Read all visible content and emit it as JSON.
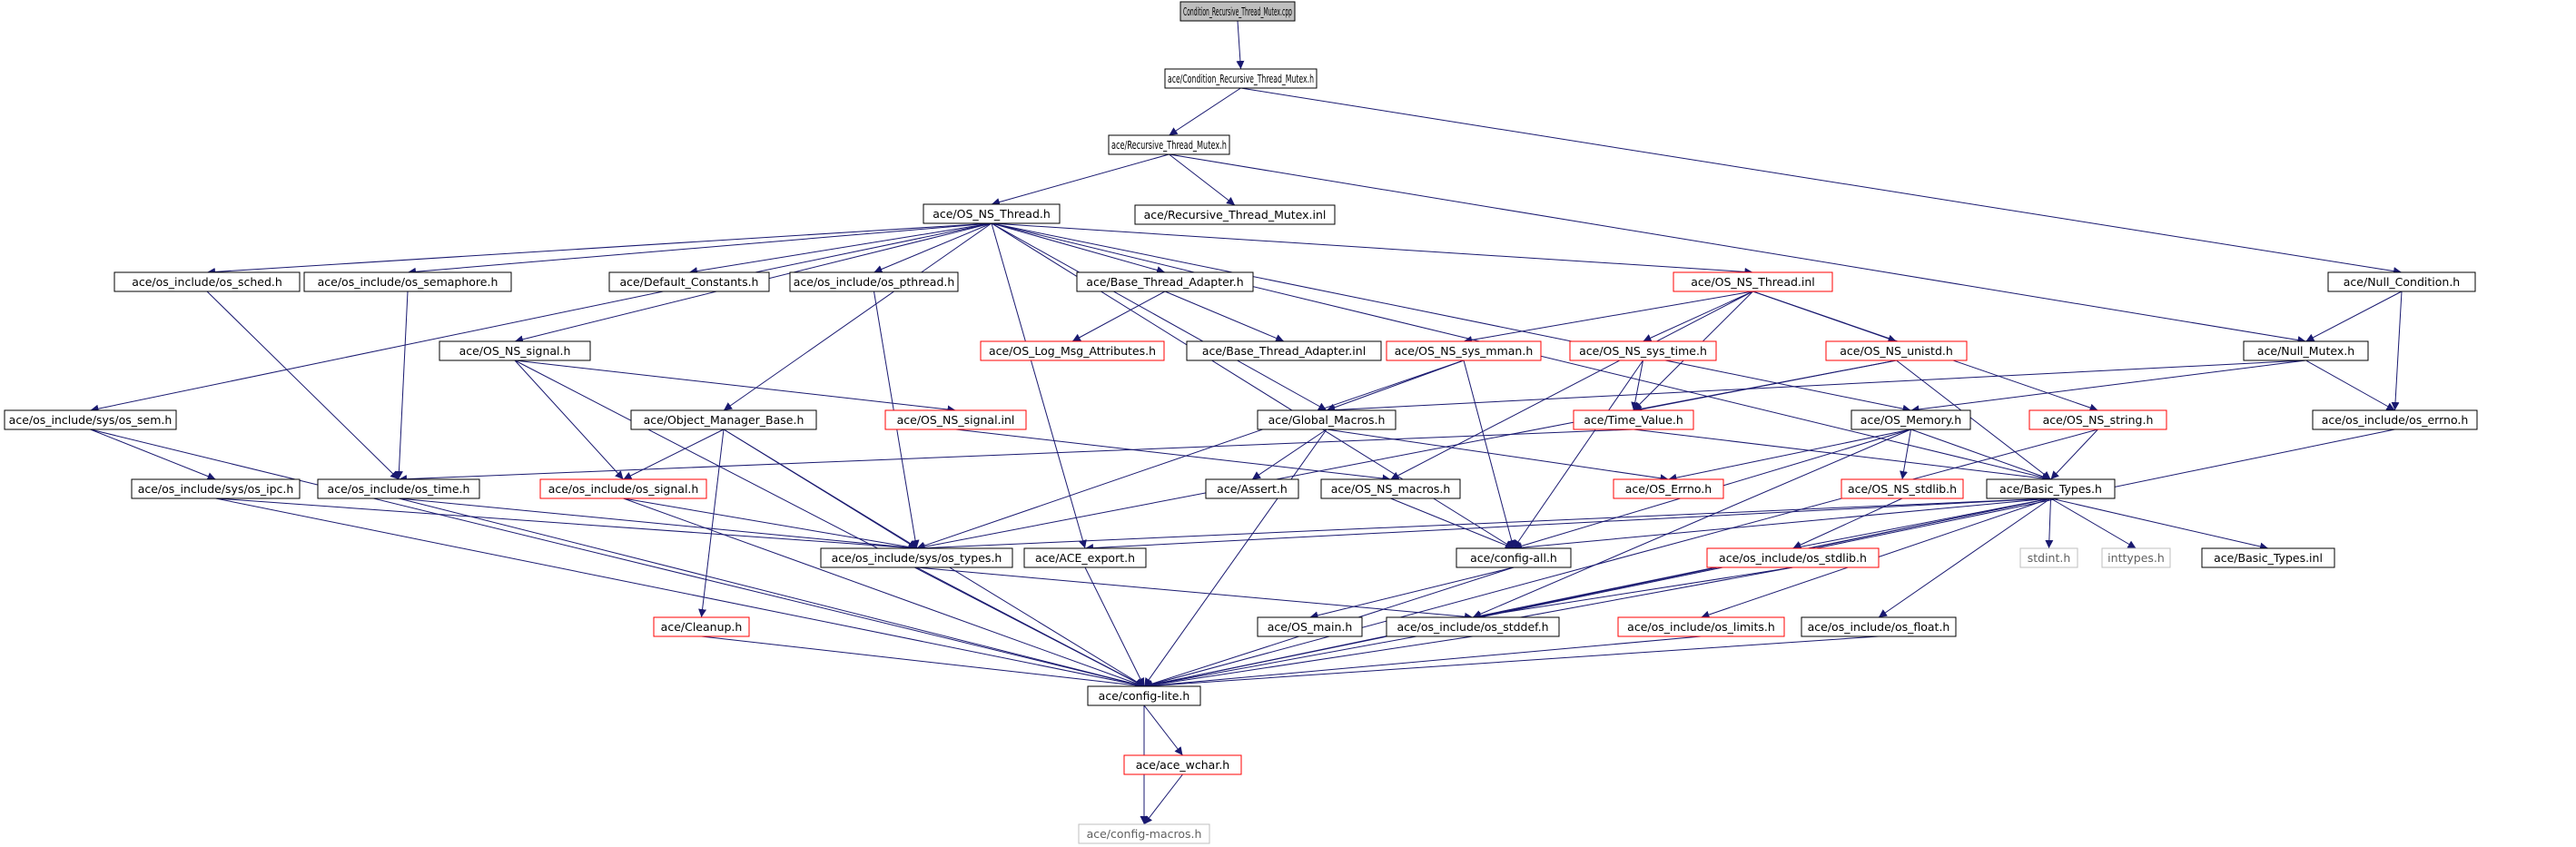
{
  "graph": {
    "title": "",
    "colors": {
      "edge": "#191970",
      "black_border": "#000000",
      "red_border": "#ff0000",
      "gray_border": "#bfbfbf",
      "root_fill": "#bfbfbf",
      "text": "#000000",
      "gray_text": "#606060"
    },
    "nodes": [
      {
        "id": "root",
        "label": "Condition_Recursive_Thread_Mutex.cpp",
        "style": "root"
      },
      {
        "id": "crtm_h",
        "label": "ace/Condition_Recursive_Thread_Mutex.h",
        "style": "black"
      },
      {
        "id": "rtm_h",
        "label": "ace/Recursive_Thread_Mutex.h",
        "style": "black"
      },
      {
        "id": "osnsthread_h",
        "label": "ace/OS_NS_Thread.h",
        "style": "black"
      },
      {
        "id": "rtm_inl",
        "label": "ace/Recursive_Thread_Mutex.inl",
        "style": "black"
      },
      {
        "id": "sched_h",
        "label": "ace/os_include/os_sched.h",
        "style": "black"
      },
      {
        "id": "semaphore_h",
        "label": "ace/os_include/os_semaphore.h",
        "style": "black"
      },
      {
        "id": "defconst_h",
        "label": "ace/Default_Constants.h",
        "style": "black"
      },
      {
        "id": "pthread_h",
        "label": "ace/os_include/os_pthread.h",
        "style": "black"
      },
      {
        "id": "bta_h",
        "label": "ace/Base_Thread_Adapter.h",
        "style": "black"
      },
      {
        "id": "osnsthread_inl",
        "label": "ace/OS_NS_Thread.inl",
        "style": "red"
      },
      {
        "id": "nullcond_h",
        "label": "ace/Null_Condition.h",
        "style": "black"
      },
      {
        "id": "osnssignal_h",
        "label": "ace/OS_NS_signal.h",
        "style": "black"
      },
      {
        "id": "logmsg_h",
        "label": "ace/OS_Log_Msg_Attributes.h",
        "style": "red"
      },
      {
        "id": "bta_inl",
        "label": "ace/Base_Thread_Adapter.inl",
        "style": "black"
      },
      {
        "id": "sysmman_h",
        "label": "ace/OS_NS_sys_mman.h",
        "style": "red"
      },
      {
        "id": "systime_h",
        "label": "ace/OS_NS_sys_time.h",
        "style": "red"
      },
      {
        "id": "unistd_h",
        "label": "ace/OS_NS_unistd.h",
        "style": "red"
      },
      {
        "id": "nullmutex_h",
        "label": "ace/Null_Mutex.h",
        "style": "black"
      },
      {
        "id": "sem_h",
        "label": "ace/os_include/sys/os_sem.h",
        "style": "black"
      },
      {
        "id": "omb_h",
        "label": "ace/Object_Manager_Base.h",
        "style": "black"
      },
      {
        "id": "signal_inl",
        "label": "ace/OS_NS_signal.inl",
        "style": "red"
      },
      {
        "id": "globalmacros_h",
        "label": "ace/Global_Macros.h",
        "style": "black"
      },
      {
        "id": "timevalue_h",
        "label": "ace/Time_Value.h",
        "style": "red"
      },
      {
        "id": "osmemory_h",
        "label": "ace/OS_Memory.h",
        "style": "black"
      },
      {
        "id": "osnsstring_h",
        "label": "ace/OS_NS_string.h",
        "style": "red"
      },
      {
        "id": "errno_h",
        "label": "ace/os_include/os_errno.h",
        "style": "black"
      },
      {
        "id": "ipc_h",
        "label": "ace/os_include/sys/os_ipc.h",
        "style": "black"
      },
      {
        "id": "ostime_h",
        "label": "ace/os_include/os_time.h",
        "style": "black"
      },
      {
        "id": "ossignal_h",
        "label": "ace/os_include/os_signal.h",
        "style": "red"
      },
      {
        "id": "assert_h",
        "label": "ace/Assert.h",
        "style": "black"
      },
      {
        "id": "nsmacros_h",
        "label": "ace/OS_NS_macros.h",
        "style": "black"
      },
      {
        "id": "oserrno_h",
        "label": "ace/OS_Errno.h",
        "style": "red"
      },
      {
        "id": "nsstdlib_h",
        "label": "ace/OS_NS_stdlib.h",
        "style": "red"
      },
      {
        "id": "basictypes_h",
        "label": "ace/Basic_Types.h",
        "style": "black"
      },
      {
        "id": "systypes_h",
        "label": "ace/os_include/sys/os_types.h",
        "style": "black"
      },
      {
        "id": "aceexport_h",
        "label": "ace/ACE_export.h",
        "style": "black"
      },
      {
        "id": "configall_h",
        "label": "ace/config-all.h",
        "style": "black"
      },
      {
        "id": "osstdlib_h",
        "label": "ace/os_include/os_stdlib.h",
        "style": "red"
      },
      {
        "id": "stdint_h",
        "label": "stdint.h",
        "style": "gray"
      },
      {
        "id": "inttypes_h",
        "label": "inttypes.h",
        "style": "gray"
      },
      {
        "id": "bt_inl",
        "label": "ace/Basic_Types.inl",
        "style": "black"
      },
      {
        "id": "cleanup_h",
        "label": "ace/Cleanup.h",
        "style": "red"
      },
      {
        "id": "osmain_h",
        "label": "ace/OS_main.h",
        "style": "black"
      },
      {
        "id": "stddef_h",
        "label": "ace/os_include/os_stddef.h",
        "style": "black"
      },
      {
        "id": "limits_h",
        "label": "ace/os_include/os_limits.h",
        "style": "red"
      },
      {
        "id": "float_h",
        "label": "ace/os_include/os_float.h",
        "style": "black"
      },
      {
        "id": "configlite_h",
        "label": "ace/config-lite.h",
        "style": "black"
      },
      {
        "id": "wchar_h",
        "label": "ace/ace_wchar.h",
        "style": "red"
      },
      {
        "id": "configmacros_h",
        "label": "ace/config-macros.h",
        "style": "gray"
      }
    ],
    "edges": [
      [
        "root",
        "crtm_h"
      ],
      [
        "crtm_h",
        "rtm_h"
      ],
      [
        "crtm_h",
        "nullcond_h"
      ],
      [
        "rtm_h",
        "osnsthread_h"
      ],
      [
        "rtm_h",
        "rtm_inl"
      ],
      [
        "rtm_h",
        "nullmutex_h"
      ],
      [
        "osnsthread_h",
        "sched_h"
      ],
      [
        "osnsthread_h",
        "semaphore_h"
      ],
      [
        "osnsthread_h",
        "defconst_h"
      ],
      [
        "osnsthread_h",
        "pthread_h"
      ],
      [
        "osnsthread_h",
        "bta_h"
      ],
      [
        "osnsthread_h",
        "osnsthread_inl"
      ],
      [
        "osnsthread_h",
        "osnssignal_h"
      ],
      [
        "osnsthread_h",
        "sem_h"
      ],
      [
        "osnsthread_h",
        "omb_h"
      ],
      [
        "osnsthread_h",
        "globalmacros_h"
      ],
      [
        "osnsthread_h",
        "aceexport_h"
      ],
      [
        "osnsthread_h",
        "osmemory_h"
      ],
      [
        "osnsthread_h",
        "basictypes_h"
      ],
      [
        "osnsthread_h",
        "configall_h"
      ],
      [
        "sched_h",
        "ostime_h"
      ],
      [
        "semaphore_h",
        "ostime_h"
      ],
      [
        "pthread_h",
        "systypes_h"
      ],
      [
        "bta_h",
        "logmsg_h"
      ],
      [
        "bta_h",
        "bta_inl"
      ],
      [
        "osnsthread_inl",
        "sysmman_h"
      ],
      [
        "osnsthread_inl",
        "systime_h"
      ],
      [
        "osnsthread_inl",
        "unistd_h"
      ],
      [
        "osnsthread_inl",
        "osnsstring_h"
      ],
      [
        "osnsthread_inl",
        "timevalue_h"
      ],
      [
        "osnsthread_inl",
        "nsmacros_h"
      ],
      [
        "nullcond_h",
        "nullmutex_h"
      ],
      [
        "nullcond_h",
        "errno_h"
      ],
      [
        "osnssignal_h",
        "signal_inl"
      ],
      [
        "osnssignal_h",
        "ossignal_h"
      ],
      [
        "osnssignal_h",
        "configlite_h"
      ],
      [
        "sysmman_h",
        "globalmacros_h"
      ],
      [
        "sysmman_h",
        "systypes_h"
      ],
      [
        "sysmman_h",
        "configall_h"
      ],
      [
        "systime_h",
        "timevalue_h"
      ],
      [
        "systime_h",
        "configall_h"
      ],
      [
        "unistd_h",
        "timevalue_h"
      ],
      [
        "unistd_h",
        "basictypes_h"
      ],
      [
        "unistd_h",
        "systypes_h"
      ],
      [
        "nullmutex_h",
        "globalmacros_h"
      ],
      [
        "nullmutex_h",
        "osmemory_h"
      ],
      [
        "nullmutex_h",
        "errno_h"
      ],
      [
        "sem_h",
        "ipc_h"
      ],
      [
        "sem_h",
        "configlite_h"
      ],
      [
        "omb_h",
        "ossignal_h"
      ],
      [
        "omb_h",
        "systypes_h"
      ],
      [
        "omb_h",
        "cleanup_h"
      ],
      [
        "omb_h",
        "configlite_h"
      ],
      [
        "signal_inl",
        "nsmacros_h"
      ],
      [
        "globalmacros_h",
        "assert_h"
      ],
      [
        "globalmacros_h",
        "oserrno_h"
      ],
      [
        "globalmacros_h",
        "configlite_h"
      ],
      [
        "timevalue_h",
        "basictypes_h"
      ],
      [
        "timevalue_h",
        "ostime_h"
      ],
      [
        "osmemory_h",
        "oserrno_h"
      ],
      [
        "osmemory_h",
        "nsstdlib_h"
      ],
      [
        "osmemory_h",
        "basictypes_h"
      ],
      [
        "osmemory_h",
        "stddef_h"
      ],
      [
        "osmemory_h",
        "configall_h"
      ],
      [
        "osnsstring_h",
        "basictypes_h"
      ],
      [
        "osnsstring_h",
        "configlite_h"
      ],
      [
        "errno_h",
        "configlite_h"
      ],
      [
        "ipc_h",
        "systypes_h"
      ],
      [
        "ipc_h",
        "configlite_h"
      ],
      [
        "ostime_h",
        "systypes_h"
      ],
      [
        "ostime_h",
        "configlite_h"
      ],
      [
        "ossignal_h",
        "systypes_h"
      ],
      [
        "ossignal_h",
        "configlite_h"
      ],
      [
        "nsmacros_h",
        "configall_h"
      ],
      [
        "nsstdlib_h",
        "osstdlib_h"
      ],
      [
        "basictypes_h",
        "systypes_h"
      ],
      [
        "basictypes_h",
        "aceexport_h"
      ],
      [
        "basictypes_h",
        "configall_h"
      ],
      [
        "basictypes_h",
        "osstdlib_h"
      ],
      [
        "basictypes_h",
        "stdint_h"
      ],
      [
        "basictypes_h",
        "inttypes_h"
      ],
      [
        "basictypes_h",
        "bt_inl"
      ],
      [
        "basictypes_h",
        "stddef_h"
      ],
      [
        "basictypes_h",
        "limits_h"
      ],
      [
        "basictypes_h",
        "float_h"
      ],
      [
        "basictypes_h",
        "configlite_h"
      ],
      [
        "systypes_h",
        "stddef_h"
      ],
      [
        "systypes_h",
        "configlite_h"
      ],
      [
        "aceexport_h",
        "configlite_h"
      ],
      [
        "configall_h",
        "osmain_h"
      ],
      [
        "configall_h",
        "configlite_h"
      ],
      [
        "osstdlib_h",
        "stddef_h"
      ],
      [
        "osstdlib_h",
        "configlite_h"
      ],
      [
        "cleanup_h",
        "configlite_h"
      ],
      [
        "stddef_h",
        "configlite_h"
      ],
      [
        "limits_h",
        "configlite_h"
      ],
      [
        "float_h",
        "configlite_h"
      ],
      [
        "configlite_h",
        "wchar_h"
      ],
      [
        "configlite_h",
        "configmacros_h"
      ],
      [
        "wchar_h",
        "configmacros_h"
      ]
    ]
  }
}
